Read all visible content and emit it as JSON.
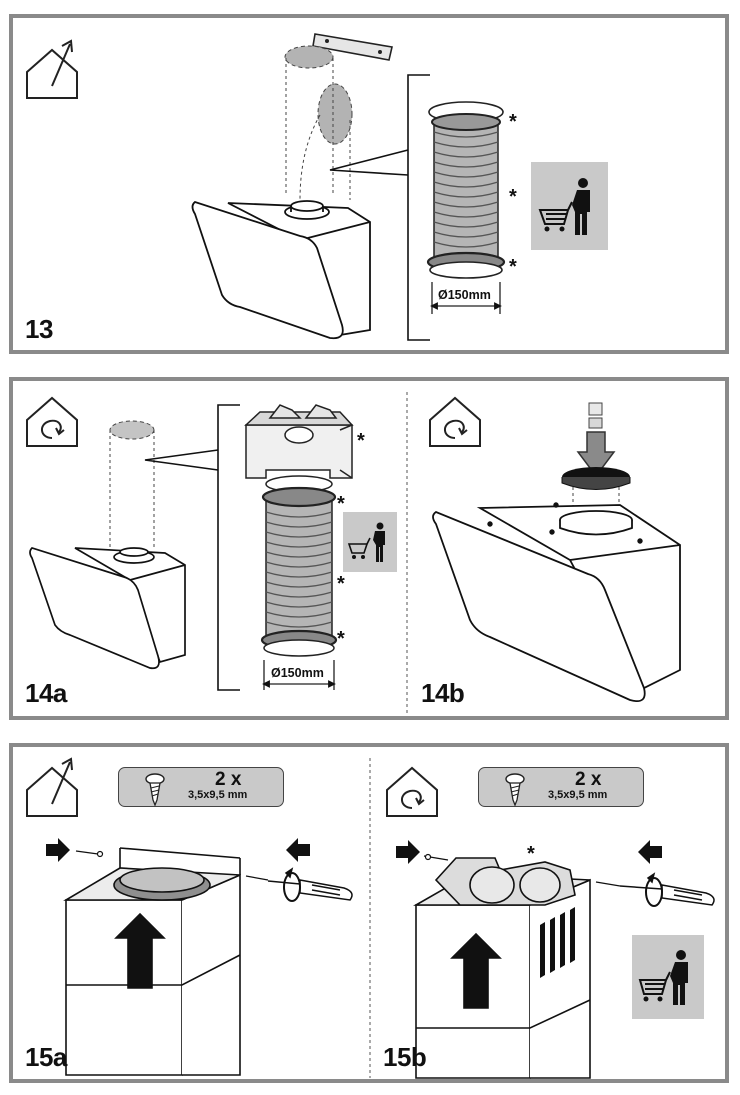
{
  "figures": [
    {
      "id": "13",
      "label": "13"
    },
    {
      "id": "14a",
      "label": "14a"
    },
    {
      "id": "14b",
      "label": "14b"
    },
    {
      "id": "15a",
      "label": "15a"
    },
    {
      "id": "15b",
      "label": "15b"
    }
  ],
  "duct": {
    "diameter_label": "Ø150mm",
    "optional_marker": "*"
  },
  "screws": {
    "quantity": "2 x",
    "size": "3,5x9,5 mm"
  },
  "icons": {
    "extraction_mode": "house-arrow-out-icon",
    "recirculation_mode": "house-recirculation-icon",
    "accessory": "shopping-cart-person-icon",
    "screw": "screw-icon",
    "screwdriver": "screwdriver-icon"
  },
  "colors": {
    "panel_border": "#8a8a8a",
    "shading": "#c9c9c9",
    "duct": "#b5b5b5"
  }
}
